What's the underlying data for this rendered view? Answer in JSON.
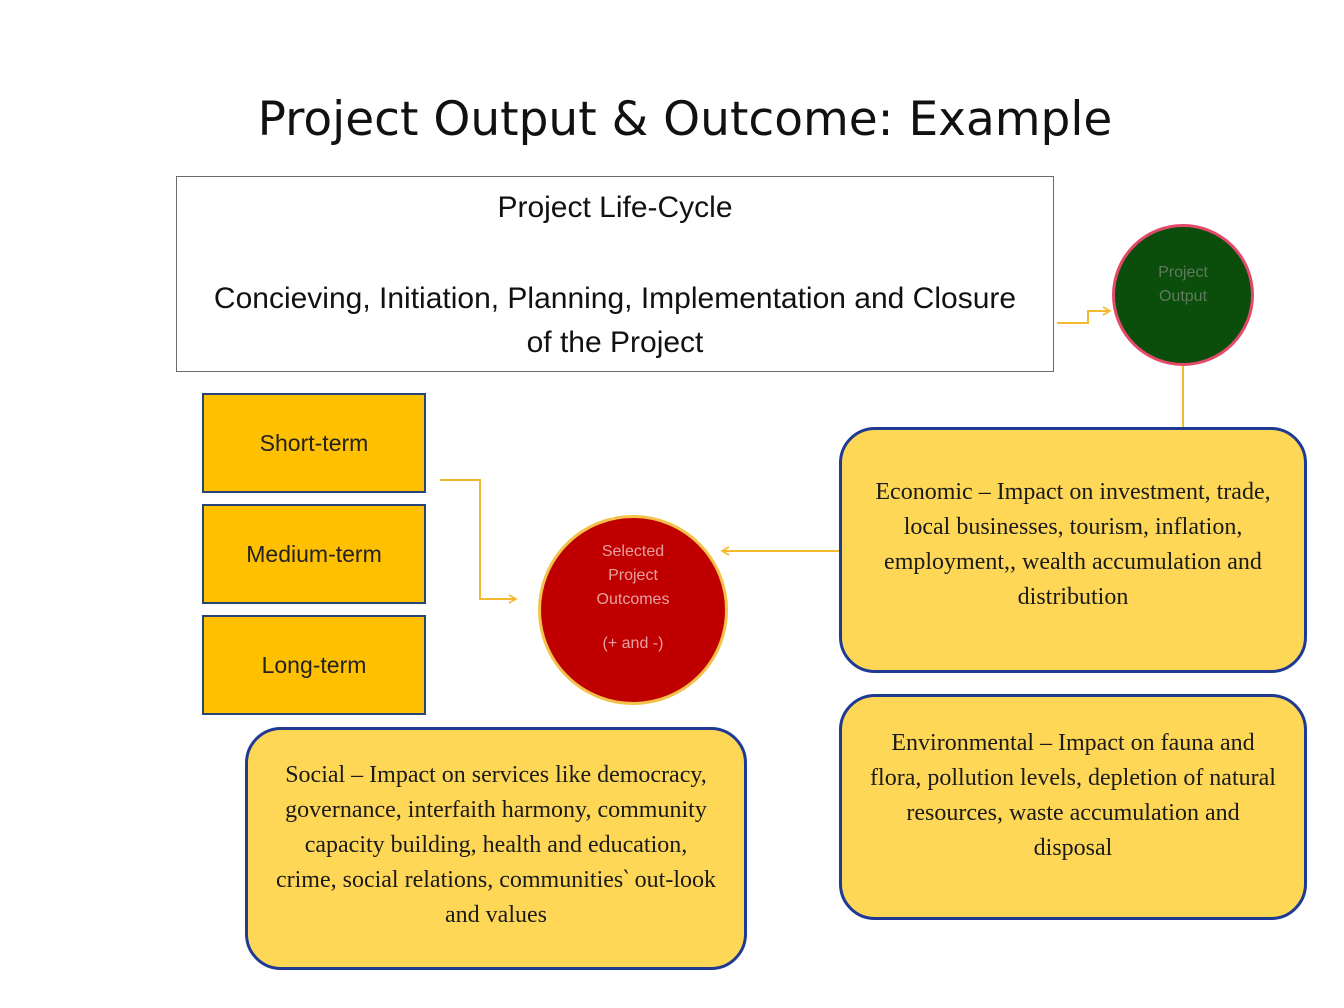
{
  "title": "Project Output & Outcome: Example",
  "lifecycle": {
    "title": "Project Life-Cycle",
    "description": "Concieving, Initiation, Planning, Implementation and Closure of the Project"
  },
  "output_node": {
    "line1": "Project",
    "line2": "Output"
  },
  "outcomes_node": {
    "line1": "Selected",
    "line2": "Project",
    "line3": "Outcomes",
    "line4": "(+ and -)"
  },
  "terms": {
    "short": "Short-term",
    "medium": "Medium-term",
    "long": "Long-term"
  },
  "impacts": {
    "economic": "Economic – Impact on investment, trade, local businesses, tourism, inflation, employment,, wealth accumulation and distribution",
    "environmental": "Environmental – Impact on fauna and flora, pollution levels, depletion of natural resources, waste accumulation and disposal",
    "social": "Social – Impact on services like democracy, governance, interfaith harmony, community capacity building, health and education, crime, social relations, communities‵ out-look and values"
  },
  "colors": {
    "arrow": "#f2b92e",
    "output_fill": "#0b4d0b",
    "output_border": "#e34a6a",
    "outcomes_fill": "#c00000",
    "term_fill": "#ffc000",
    "bubble_fill": "#ffd757",
    "bubble_border": "#1f3a93"
  }
}
